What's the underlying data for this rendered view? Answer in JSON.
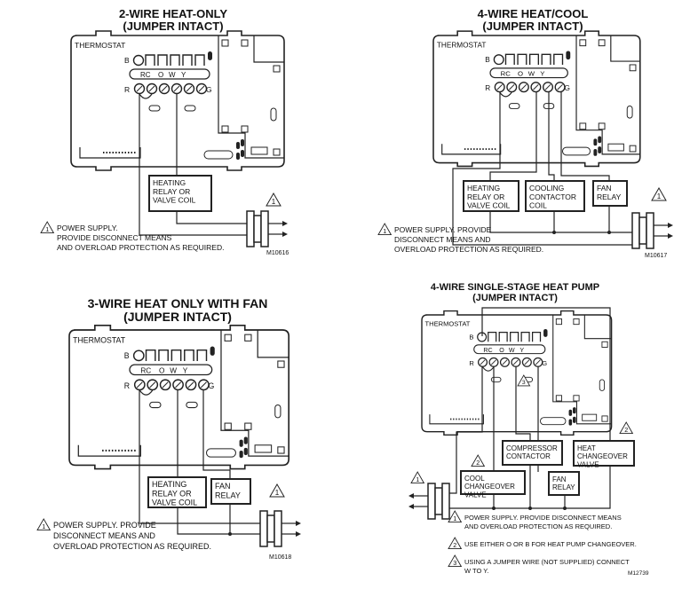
{
  "thermostat_labels": {
    "name": "THERMOSTAT",
    "b": "B",
    "r": "R",
    "g": "G",
    "rc": "RC",
    "o": "O",
    "w": "W",
    "y": "Y"
  },
  "panels": [
    {
      "title": [
        "2-WIRE HEAT-ONLY",
        "(JUMPER INTACT)"
      ],
      "devices": [
        {
          "lines": [
            "HEATING",
            "RELAY OR",
            "VALVE COIL"
          ]
        }
      ],
      "notes": [
        {
          "num": "1",
          "lines": [
            "POWER SUPPLY.",
            "PROVIDE DISCONNECT MEANS",
            "AND OVERLOAD PROTECTION AS REQUIRED."
          ]
        }
      ],
      "transformer_note": "1",
      "code": "M10616"
    },
    {
      "title": [
        "4-WIRE HEAT/COOL",
        "(JUMPER INTACT)"
      ],
      "devices": [
        {
          "lines": [
            "HEATING",
            "RELAY OR",
            "VALVE COIL"
          ]
        },
        {
          "lines": [
            "COOLING",
            "CONTACTOR",
            "COIL"
          ]
        },
        {
          "lines": [
            "FAN",
            "RELAY"
          ]
        }
      ],
      "notes": [
        {
          "num": "1",
          "lines": [
            "POWER SUPPLY.  PROVIDE",
            "DISCONNECT MEANS AND",
            "OVERLOAD PROTECTION AS REQUIRED."
          ]
        }
      ],
      "transformer_note": "1",
      "code": "M10617"
    },
    {
      "title": [
        "3-WIRE HEAT ONLY WITH FAN",
        "(JUMPER INTACT)"
      ],
      "devices": [
        {
          "lines": [
            "HEATING",
            "RELAY OR",
            "VALVE COIL"
          ]
        },
        {
          "lines": [
            "FAN",
            "RELAY"
          ]
        }
      ],
      "notes": [
        {
          "num": "1",
          "lines": [
            "POWER SUPPLY.  PROVIDE",
            "DISCONNECT MEANS AND",
            "OVERLOAD PROTECTION AS REQUIRED."
          ]
        }
      ],
      "transformer_note": "1",
      "code": "M10618"
    },
    {
      "title": [
        "4-WIRE SINGLE-STAGE HEAT PUMP",
        "(JUMPER INTACT)"
      ],
      "devices": [
        {
          "lines": [
            "COOL",
            "CHANGEOVER",
            "VALVE"
          ],
          "note": "2"
        },
        {
          "lines": [
            "COMPRESSOR",
            "CONTACTOR"
          ]
        },
        {
          "lines": [
            "FAN",
            "RELAY"
          ]
        },
        {
          "lines": [
            "HEAT",
            "CHANGEOVER",
            "VALVE"
          ],
          "note": "2"
        }
      ],
      "jumper_note": "3",
      "notes": [
        {
          "num": "1",
          "lines": [
            "POWER SUPPLY.  PROVIDE DISCONNECT MEANS",
            "AND OVERLOAD PROTECTION AS REQUIRED."
          ]
        },
        {
          "num": "2",
          "lines": [
            "USE EITHER O OR B FOR HEAT PUMP CHANGEOVER."
          ]
        },
        {
          "num": "3",
          "lines": [
            "USING A JUMPER WIRE (NOT SUPPLIED) CONNECT",
            "W TO Y."
          ]
        }
      ],
      "transformer_note": "1",
      "code": "M12739"
    }
  ]
}
